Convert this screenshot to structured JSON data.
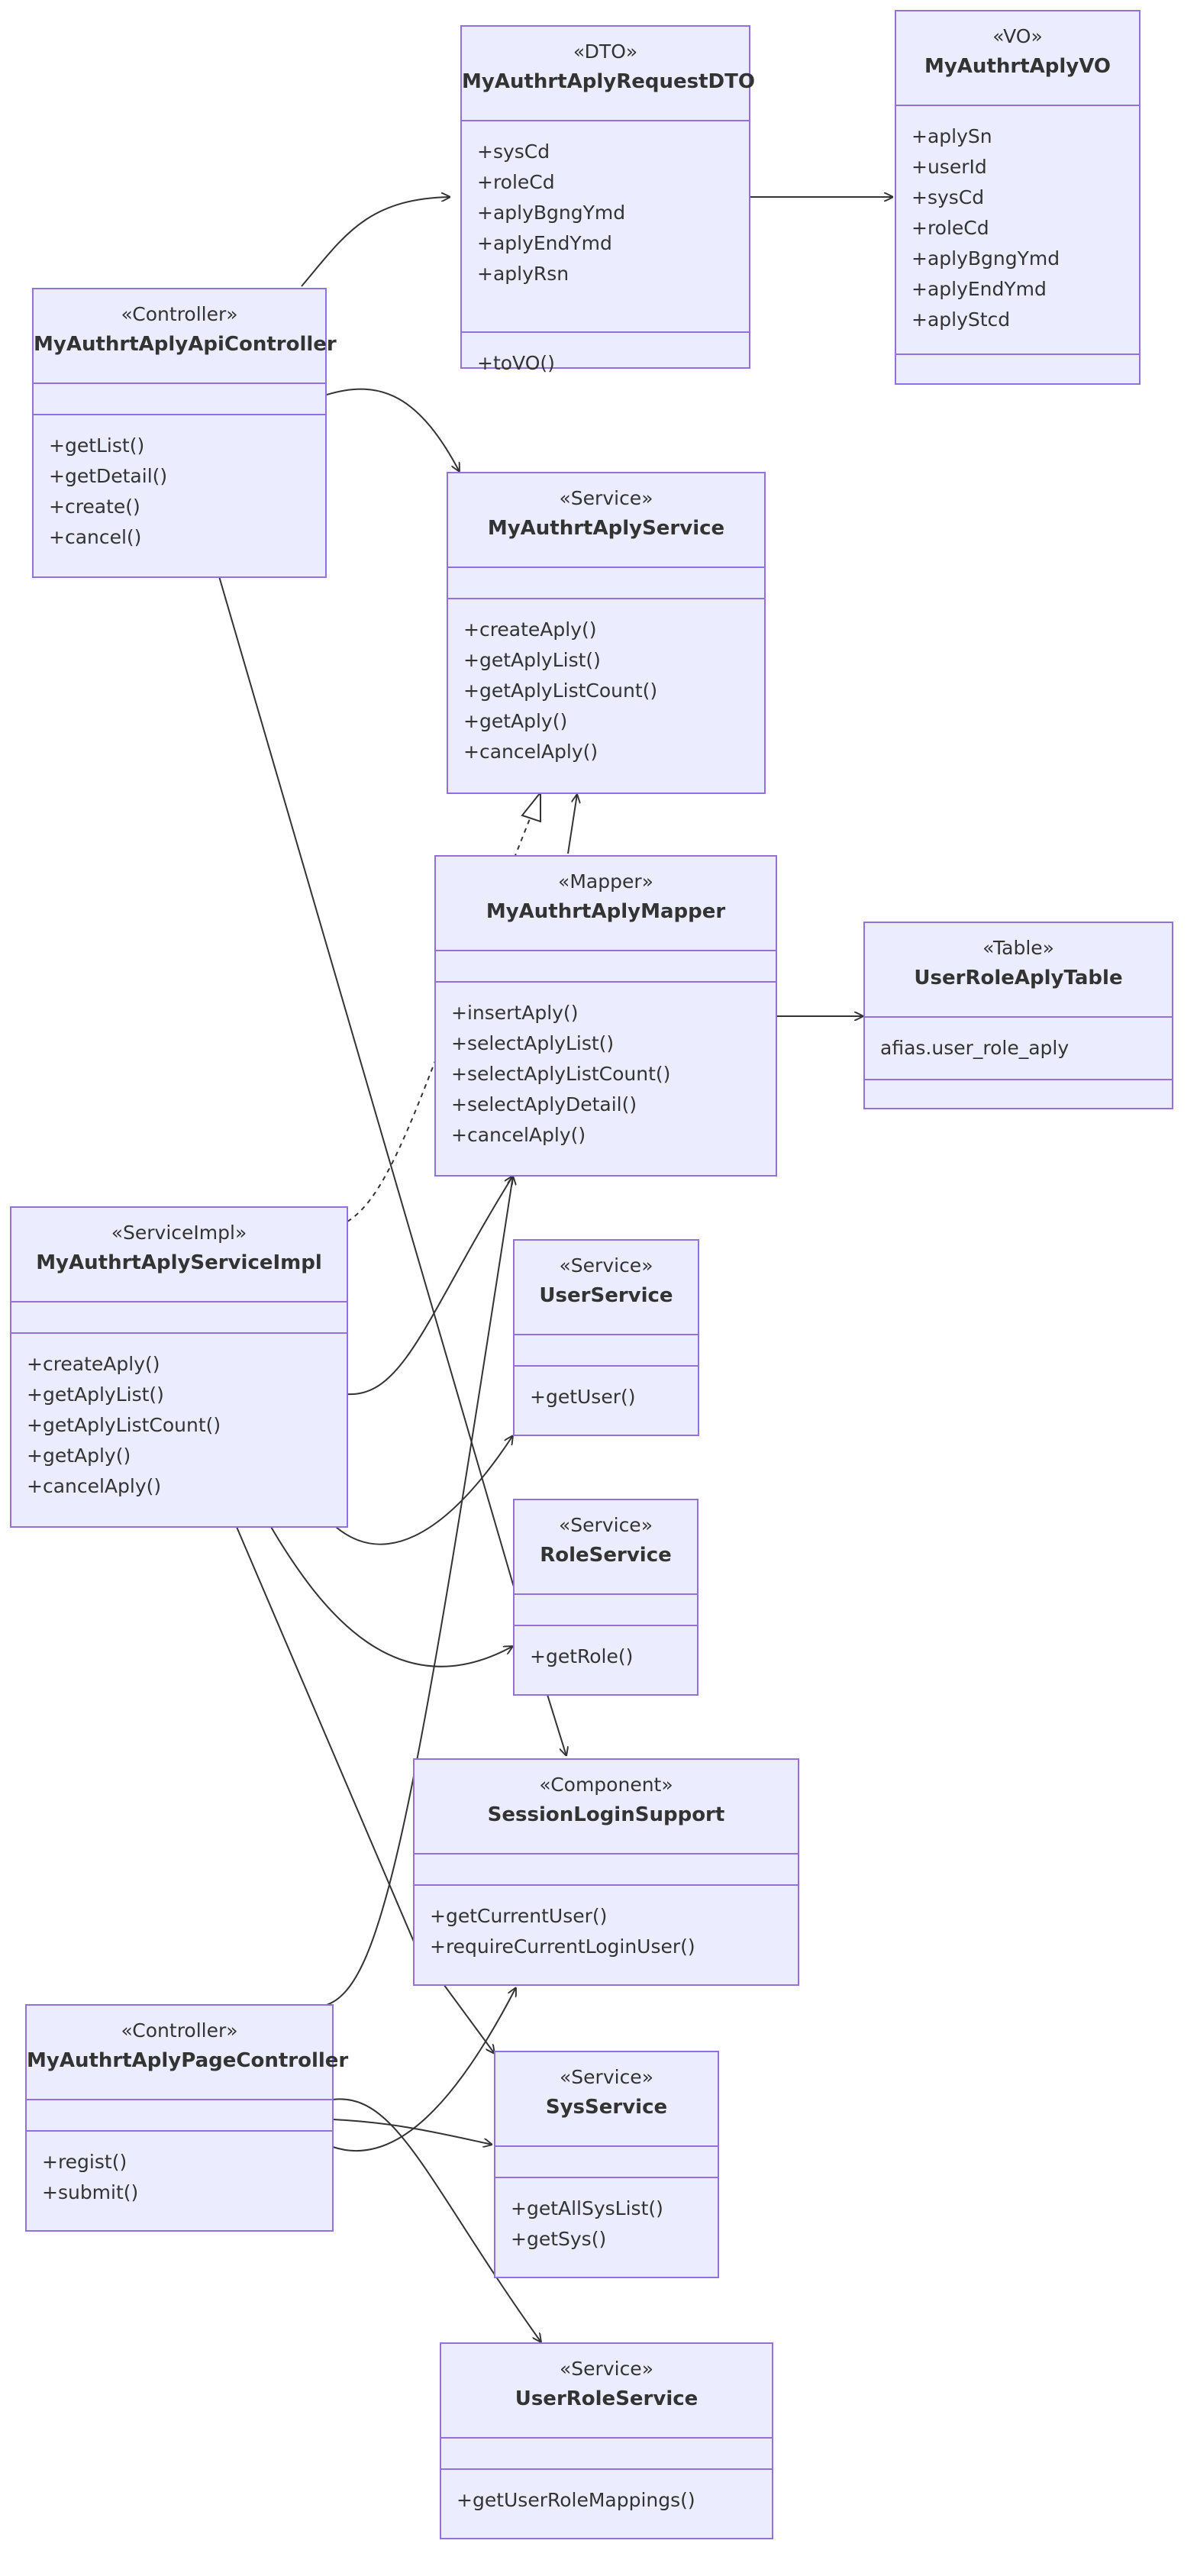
{
  "diagram": {
    "classes": [
      {
        "id": "MyAuthrtAplyRequestDTO",
        "stereotype": "«DTO»",
        "name": "MyAuthrtAplyRequestDTO",
        "attributes": [
          "+sysCd",
          "+roleCd",
          "+aplyBgngYmd",
          "+aplyEndYmd",
          "+aplyRsn"
        ],
        "methods": [
          "+toVO()"
        ]
      },
      {
        "id": "MyAuthrtAplyVO",
        "stereotype": "«VO»",
        "name": "MyAuthrtAplyVO",
        "attributes": [
          "+aplySn",
          "+userId",
          "+sysCd",
          "+roleCd",
          "+aplyBgngYmd",
          "+aplyEndYmd",
          "+aplyStcd"
        ],
        "methods": []
      },
      {
        "id": "MyAuthrtAplyApiController",
        "stereotype": "«Controller»",
        "name": "MyAuthrtAplyApiController",
        "attributes": [],
        "methods": [
          "+getList()",
          "+getDetail()",
          "+create()",
          "+cancel()"
        ]
      },
      {
        "id": "MyAuthrtAplyService",
        "stereotype": "«Service»",
        "name": "MyAuthrtAplyService",
        "attributes": [],
        "methods": [
          "+createAply()",
          "+getAplyList()",
          "+getAplyListCount()",
          "+getAply()",
          "+cancelAply()"
        ]
      },
      {
        "id": "MyAuthrtAplyMapper",
        "stereotype": "«Mapper»",
        "name": "MyAuthrtAplyMapper",
        "attributes": [],
        "methods": [
          "+insertAply()",
          "+selectAplyList()",
          "+selectAplyListCount()",
          "+selectAplyDetail()",
          "+cancelAply()"
        ]
      },
      {
        "id": "UserRoleAplyTable",
        "stereotype": "«Table»",
        "name": "UserRoleAplyTable",
        "attributes": [
          "afias.user_role_aply"
        ],
        "methods": []
      },
      {
        "id": "MyAuthrtAplyServiceImpl",
        "stereotype": "«ServiceImpl»",
        "name": "MyAuthrtAplyServiceImpl",
        "attributes": [],
        "methods": [
          "+createAply()",
          "+getAplyList()",
          "+getAplyListCount()",
          "+getAply()",
          "+cancelAply()"
        ]
      },
      {
        "id": "UserService",
        "stereotype": "«Service»",
        "name": "UserService",
        "attributes": [],
        "methods": [
          "+getUser()"
        ]
      },
      {
        "id": "RoleService",
        "stereotype": "«Service»",
        "name": "RoleService",
        "attributes": [],
        "methods": [
          "+getRole()"
        ]
      },
      {
        "id": "SessionLoginSupport",
        "stereotype": "«Component»",
        "name": "SessionLoginSupport",
        "attributes": [],
        "methods": [
          "+getCurrentUser()",
          "+requireCurrentLoginUser()"
        ]
      },
      {
        "id": "MyAuthrtAplyPageController",
        "stereotype": "«Controller»",
        "name": "MyAuthrtAplyPageController",
        "attributes": [],
        "methods": [
          "+regist()",
          "+submit()"
        ]
      },
      {
        "id": "SysService",
        "stereotype": "«Service»",
        "name": "SysService",
        "attributes": [],
        "methods": [
          "+getAllSysList()",
          "+getSys()"
        ]
      },
      {
        "id": "UserRoleService",
        "stereotype": "«Service»",
        "name": "UserRoleService",
        "attributes": [],
        "methods": [
          "+getUserRoleMappings()"
        ]
      }
    ],
    "relations": [
      {
        "from": "MyAuthrtAplyApiController",
        "to": "MyAuthrtAplyRequestDTO",
        "kind": "association"
      },
      {
        "from": "MyAuthrtAplyRequestDTO",
        "to": "MyAuthrtAplyVO",
        "kind": "association"
      },
      {
        "from": "MyAuthrtAplyApiController",
        "to": "MyAuthrtAplyService",
        "kind": "association"
      },
      {
        "from": "MyAuthrtAplyApiController",
        "to": "SessionLoginSupport",
        "kind": "association"
      },
      {
        "from": "MyAuthrtAplyServiceImpl",
        "to": "MyAuthrtAplyService",
        "kind": "realization"
      },
      {
        "from": "MyAuthrtAplyMapper",
        "to": "MyAuthrtAplyService",
        "kind": "association"
      },
      {
        "from": "MyAuthrtAplyMapper",
        "to": "UserRoleAplyTable",
        "kind": "association"
      },
      {
        "from": "MyAuthrtAplyServiceImpl",
        "to": "MyAuthrtAplyMapper",
        "kind": "association"
      },
      {
        "from": "MyAuthrtAplyServiceImpl",
        "to": "UserService",
        "kind": "association"
      },
      {
        "from": "MyAuthrtAplyServiceImpl",
        "to": "RoleService",
        "kind": "association"
      },
      {
        "from": "MyAuthrtAplyServiceImpl",
        "to": "SysService",
        "kind": "association"
      },
      {
        "from": "MyAuthrtAplyPageController",
        "to": "MyAuthrtAplyMapper",
        "kind": "association"
      },
      {
        "from": "MyAuthrtAplyPageController",
        "to": "SessionLoginSupport",
        "kind": "association"
      },
      {
        "from": "MyAuthrtAplyPageController",
        "to": "SysService",
        "kind": "association"
      },
      {
        "from": "MyAuthrtAplyPageController",
        "to": "UserRoleService",
        "kind": "association"
      }
    ],
    "colors": {
      "box_fill": "#ececff",
      "box_border": "#9370db",
      "line": "#333333",
      "text": "#333333"
    }
  }
}
